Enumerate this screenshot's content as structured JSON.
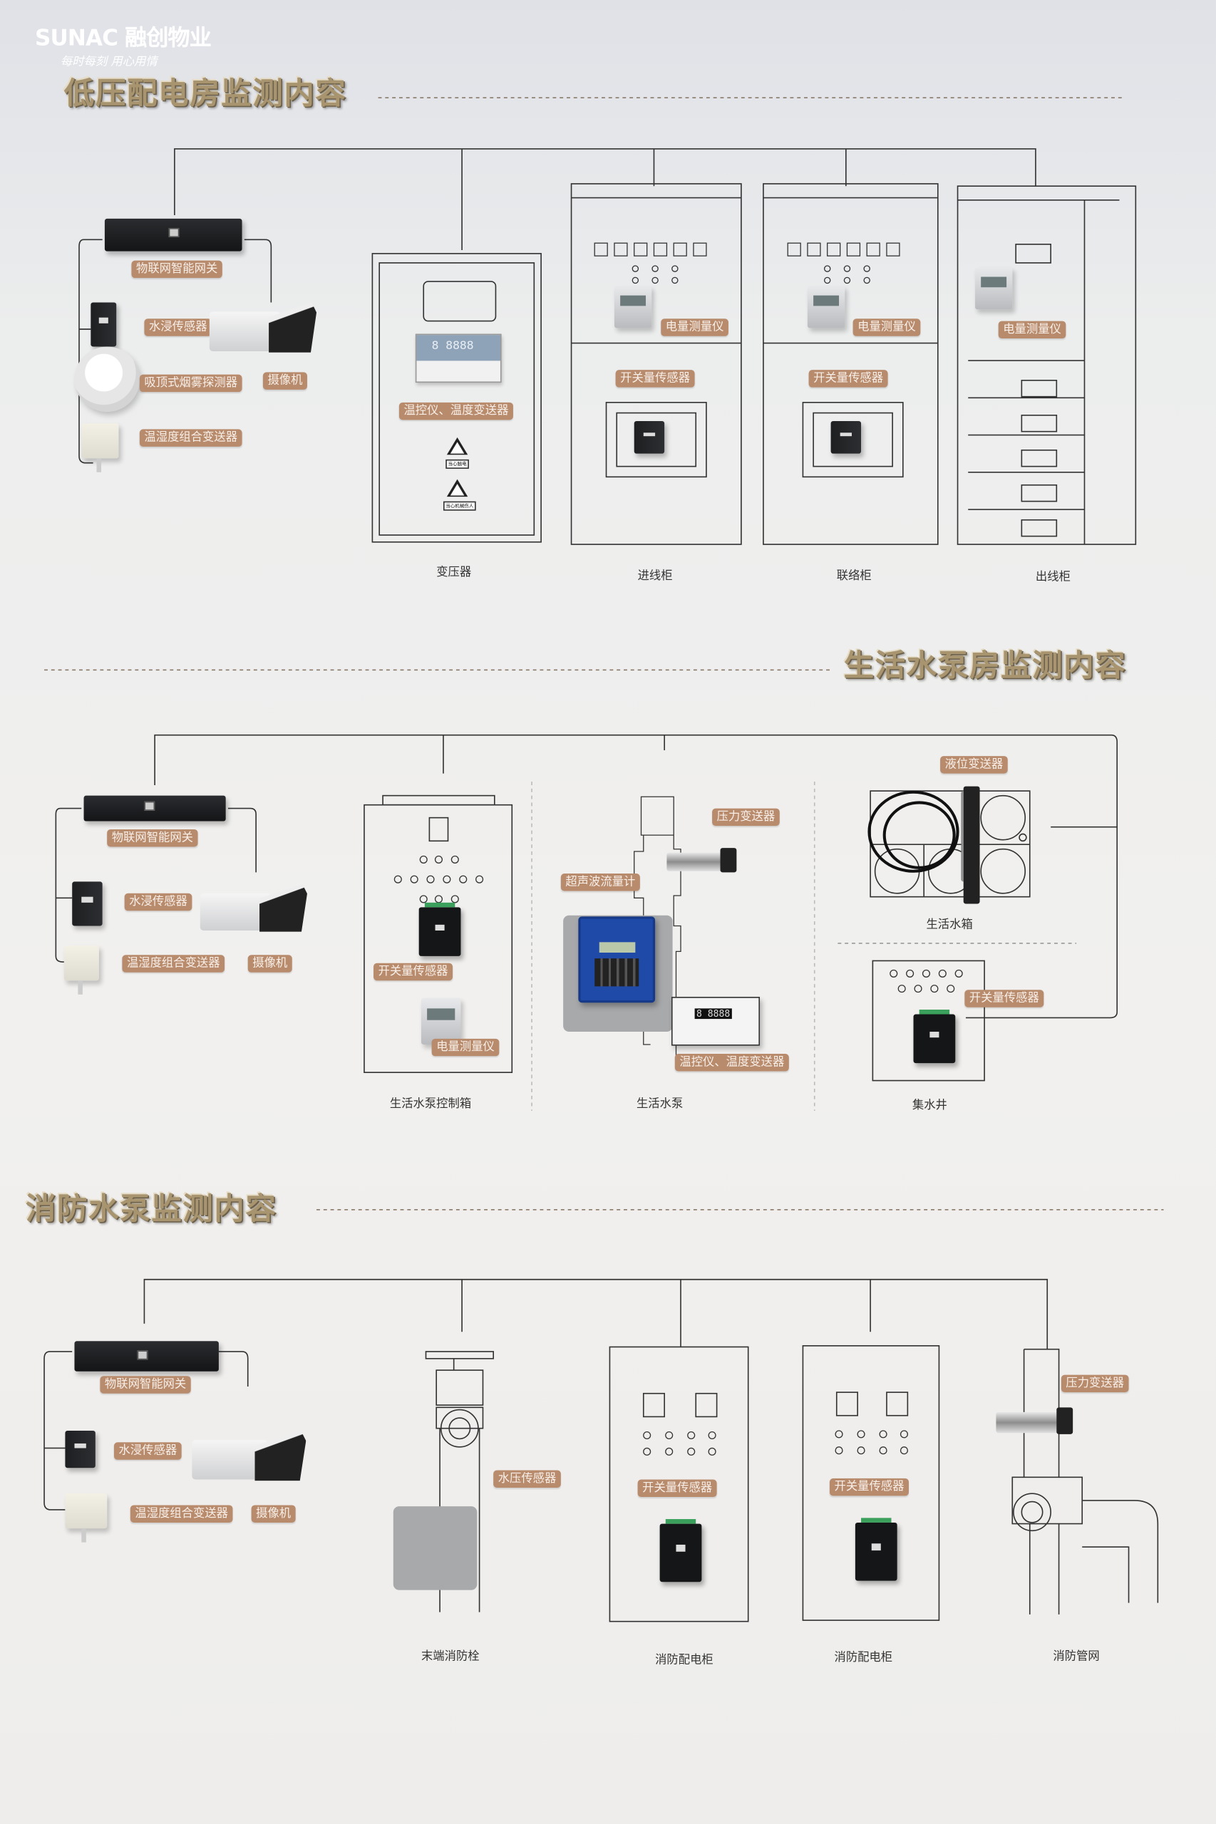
{
  "brand": {
    "logo": "SUNAC 融创物业",
    "slogan": "每时每刻  用心用情"
  },
  "sections": [
    {
      "title": "低压配电房监测内容",
      "devices": {
        "gateway": "物联网智能网关",
        "water_sensor": "水浸传感器",
        "camera": "摄像机",
        "smoke": "吸顶式烟雾探测器",
        "temp_humidity": "温湿度组合变送器"
      },
      "transformer": {
        "caption": "变压器",
        "label": "温控仪、温度变送器",
        "display": "8 8888",
        "warn1": "当心触电",
        "warn2": "当心机械伤人"
      },
      "incoming": {
        "caption": "进线柜",
        "meter": "电量测量仪",
        "switch": "开关量传感器"
      },
      "tie": {
        "caption": "联络柜",
        "meter": "电量测量仪",
        "switch": "开关量传感器"
      },
      "outgoing": {
        "caption": "出线柜",
        "meter": "电量测量仪"
      }
    },
    {
      "title": "生活水泵房监测内容",
      "devices": {
        "gateway": "物联网智能网关",
        "water_sensor": "水浸传感器",
        "camera": "摄像机",
        "temp_humidity": "温湿度组合变送器"
      },
      "control_box": {
        "caption": "生活水泵控制箱",
        "switch": "开关量传感器",
        "meter": "电量测量仪"
      },
      "pump": {
        "caption": "生活水泵",
        "pressure": "压力变送器",
        "flowmeter": "超声波流量计",
        "temp": "温控仪、温度变送器",
        "display": "8 8888"
      },
      "tank": {
        "caption": "生活水箱",
        "level": "液位变送器"
      },
      "sump": {
        "caption": "集水井",
        "switch": "开关量传感器"
      }
    },
    {
      "title": "消防水泵监测内容",
      "devices": {
        "gateway": "物联网智能网关",
        "water_sensor": "水浸传感器",
        "camera": "摄像机",
        "temp_humidity": "温湿度组合变送器"
      },
      "hydrant": {
        "caption": "末端消防栓",
        "sensor": "水压传感器"
      },
      "cabinet1": {
        "caption": "消防配电柜",
        "switch": "开关量传感器"
      },
      "cabinet2": {
        "caption": "消防配电柜",
        "switch": "开关量传感器"
      },
      "pipe": {
        "caption": "消防管网",
        "pressure": "压力变送器"
      }
    }
  ],
  "colors": {
    "label_bg": "#b88b6d",
    "title": "#a89570",
    "line": "#333333"
  }
}
